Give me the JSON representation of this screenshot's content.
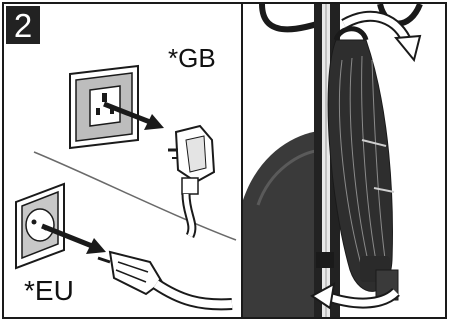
{
  "step": {
    "number": "2"
  },
  "labels": {
    "gb": "*GB",
    "eu": "*EU"
  },
  "colors": {
    "ink": "#1a1a1a",
    "badge": "#222222",
    "paper": "#ffffff",
    "gray_fill": "#c8c8c8",
    "dark_fill": "#3a3a3a"
  }
}
